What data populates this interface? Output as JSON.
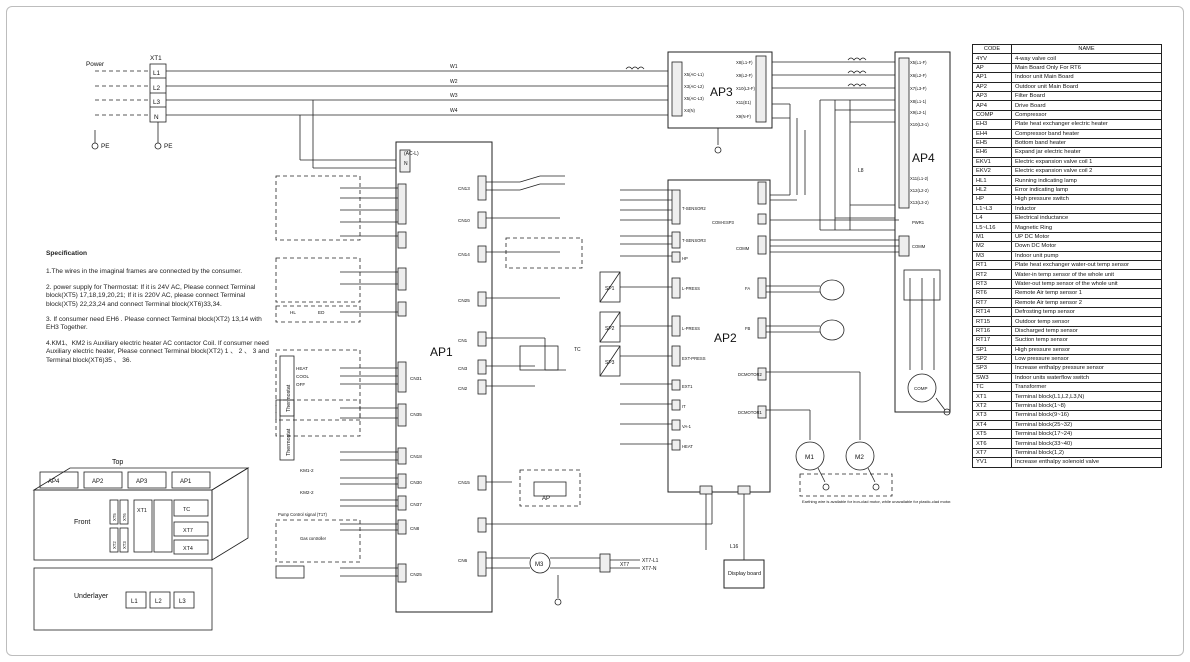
{
  "labels": {
    "power": "Power",
    "xt1": "XT1",
    "l1": "L1",
    "l2": "L2",
    "l3": "L3",
    "n": "N",
    "pe": "PE",
    "w1": "W1",
    "w2": "W2",
    "w3": "W3",
    "w4": "W4",
    "ap1": "AP1",
    "ap2": "AP2",
    "ap3": "AP3",
    "ap4": "AP4",
    "ap": "AP",
    "m1": "M1",
    "m2": "M2",
    "m3": "M3",
    "display": "Display board",
    "comp": "COMP",
    "sp1": "SP1",
    "sp2": "SP2",
    "sp3": "SP3",
    "thermostat1": "Thermostat",
    "thermostat2": "Thermostat",
    "ac1_in": "(AC-L)",
    "ac1_n": "N",
    "cn_labels": [
      "CN13",
      "CN10",
      "CN14",
      "CN25",
      "CN1",
      "CN3",
      "CN2",
      "CN15",
      "CN6"
    ],
    "cn_left": [
      "CN31",
      "CN35",
      "CN18",
      "CN30",
      "CN37",
      "CN8",
      "CN25"
    ],
    "ap2_ports": [
      "T-SENSOR2",
      "T-SENSOR3",
      "HP",
      "L-PRESS",
      "L-PRESS",
      "EXT-PRESS",
      "EXT1",
      "IT",
      "VA-1",
      "HEAT",
      "FA",
      "FB",
      "DCMOTOR2",
      "DCMOTOR1",
      "COM-ESP3",
      "COMM"
    ],
    "ap3_ports": [
      "X5(AC-L1)",
      "X3(AC-L2)",
      "X5(AC-L3)",
      "X4(N)",
      "X8(L1-F)",
      "X9(L2-F)",
      "X10(L3-F)",
      "X11(E1)",
      "X9(N-F)"
    ],
    "ap4_ports": [
      "X5(L1-F)",
      "X6(L2-F)",
      "X7(L3-F)",
      "X8(L1-1)",
      "X9(L2-1)",
      "X10(L3-1)",
      "X11(L1-2)",
      "X12(L2-2)",
      "X13(L3-2)",
      "PWR1",
      "COMM"
    ],
    "xt7": "XT7",
    "xt7_l": "XT7-L1",
    "xt7_n": "XT7-N",
    "l8": "L8",
    "l16": "L16",
    "hl": "HL",
    "ed": "ED",
    "heat": "HEAT",
    "cool": "COOL",
    "off": "OFF",
    "tc": "TC",
    "km1": "KM1-2",
    "km2": "KM2-2",
    "pump_signal": "Pump Control signal (T17)",
    "gas_controller": "Gas controller",
    "earthing_note": "Earthing wire is available for iron-clad motor, while unavailable for plastic-clad motor."
  },
  "spec": {
    "title": "Specification",
    "items": [
      "1.The wires in the imaginal frames are connected by the consumer.",
      "2. power supply for Thermostat: If it is 24V AC, Please connect Terminal block(XT5) 17,18,19,20,21; If it is 220V AC, please connect Terminal block(XT5) 22,23,24 and connect Terminal block(XT6)33,34.",
      "3. If consumer need EH6 . Please connect Terminal block(XT2) 13,14 with EH3 Together.",
      "4.KM1、KM2 is Auxiliary electric heater AC contactor Coil. If consumer need Auxiliary electric heater, Please connect Terminal block(XT2) 1 、 2 、 3 and Terminal block(XT6)35 、 36."
    ]
  },
  "component_box": {
    "top_label": "Top",
    "top_cells": [
      "AP4",
      "AP2",
      "AP3",
      "AP1"
    ],
    "front_label": "Front",
    "front_cells": [
      "XT1",
      "TC",
      "XT7",
      "XT4"
    ],
    "side_cells": [
      "XT5",
      "XT6",
      "XT2",
      "XT3"
    ],
    "underlayer_label": "Underlayer",
    "underlayer_cells": [
      "L1",
      "L2",
      "L3"
    ]
  },
  "legend": {
    "header_code": "CODE",
    "header_name": "NAME",
    "rows": [
      [
        "4YV",
        "4-way valve coil"
      ],
      [
        "AP",
        "Main Board Only For RT6"
      ],
      [
        "AP1",
        "Indoor unit Main Board"
      ],
      [
        "AP2",
        "Outdoor unit Main Board"
      ],
      [
        "AP3",
        "Filter Board"
      ],
      [
        "AP4",
        "Drive Board"
      ],
      [
        "COMP",
        "Compressor"
      ],
      [
        "EH3",
        "Plate heat exchanger electric heater"
      ],
      [
        "EH4",
        "Compressor band heater"
      ],
      [
        "EH5",
        "Bottom band heater"
      ],
      [
        "EH6",
        "Expand jar electric heater"
      ],
      [
        "EKV1",
        "Electric expansion valve coil 1"
      ],
      [
        "EKV2",
        "Electric expansion valve coil 2"
      ],
      [
        "HL1",
        "Running indicating lamp"
      ],
      [
        "HL2",
        "Error indicating lamp"
      ],
      [
        "HP",
        "High pressure switch"
      ],
      [
        "L1~L3",
        "Inductor"
      ],
      [
        "L4",
        "Electrical inductance"
      ],
      [
        "L5~L16",
        "Magnetic Ring"
      ],
      [
        "M1",
        "UP DC Motor"
      ],
      [
        "M2",
        "Down DC Motor"
      ],
      [
        "M3",
        "Indoor unit pump"
      ],
      [
        "RT1",
        "Plate heat exchanger water-out temp sensor"
      ],
      [
        "RT2",
        "Water-in temp sensor of the whole unit"
      ],
      [
        "RT3",
        "Water-out temp sensor of the whole unit"
      ],
      [
        "RT6",
        "Remote Air temp sensor 1"
      ],
      [
        "RT7",
        "Remote Air temp sensor 2"
      ],
      [
        "RT14",
        "Defrosting temp sensor"
      ],
      [
        "RT15",
        "Outdoor temp sensor"
      ],
      [
        "RT16",
        "Discharged temp sensor"
      ],
      [
        "RT17",
        "Suction temp sensor"
      ],
      [
        "SP1",
        "High pressure sensor"
      ],
      [
        "SP2",
        "Low pressure sensor"
      ],
      [
        "SP3",
        "Increase enthalpy pressure sensor"
      ],
      [
        "SW3",
        "Indoor units waterflow switch"
      ],
      [
        "TC",
        "Transformer"
      ],
      [
        "XT1",
        "Terminal block(L1,L2,L3,N)"
      ],
      [
        "XT2",
        "Terminal block(1~8)"
      ],
      [
        "XT3",
        "Terminal block(9~16)"
      ],
      [
        "XT4",
        "Terminal block(25~32)"
      ],
      [
        "XT5",
        "Terminal block(17~24)"
      ],
      [
        "XT6",
        "Terminal block(33~40)"
      ],
      [
        "XT7",
        "Terminal block(1,2)"
      ],
      [
        "YV1",
        "Increase enthalpy solenoid valve"
      ]
    ]
  }
}
